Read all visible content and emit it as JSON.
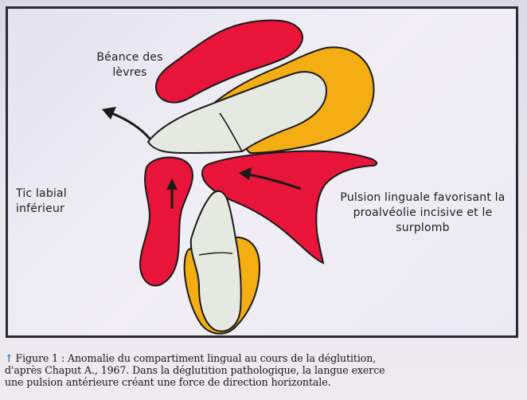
{
  "labels": {
    "beance": "Béance des lèvres",
    "tic": "Tic labial inférieur",
    "pulsion": "Pulsion linguale favorisant la proalvéolie incisive et le surplomb"
  },
  "caption": {
    "icon": "up-arrow-icon",
    "line1": "Figure 1 : Anomalie du compartiment lingual au cours de la déglutition,",
    "line2": "d'après Chaput A., 1967. Dans la déglutition pathologique, la langue exerce",
    "line3": "une pulsion antérieure créant une force de direction horizontale."
  },
  "colors": {
    "red": "#e8143a",
    "yellow": "#f5ad14",
    "tooth": "#e6e9e2",
    "outline": "#1a1a1a",
    "caption_arrow": "#2a6ec2"
  }
}
